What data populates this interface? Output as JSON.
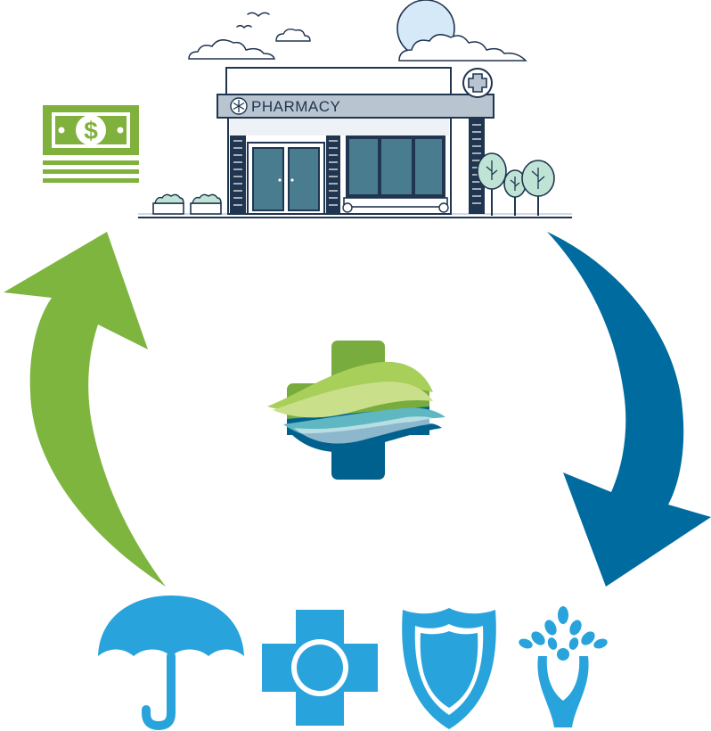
{
  "pharmacy": {
    "sign_label": "PHARMACY"
  },
  "colors": {
    "navy": "#1f3550",
    "steel": "#4a7c90",
    "sign_gray": "#b8c4d0",
    "sky": "#d6e9f8",
    "money_green": "#7fb13c",
    "arrow_green": "#7db53f",
    "arrow_blue": "#006b9e",
    "insurer_blue": "#29a3dc",
    "logo_green": "#78ac3e",
    "logo_lime": "#c9df8a",
    "logo_teal": "#5fb8c1",
    "logo_navy": "#00618e",
    "tree_mint": "#bfe3d4"
  },
  "icons": {
    "money": "cash-stack-icon",
    "building": "pharmacy-store",
    "logo": "health-cross-logo",
    "insurers": [
      "umbrella-icon",
      "cross-circle-icon",
      "shield-icon",
      "tree-person-icon"
    ]
  }
}
